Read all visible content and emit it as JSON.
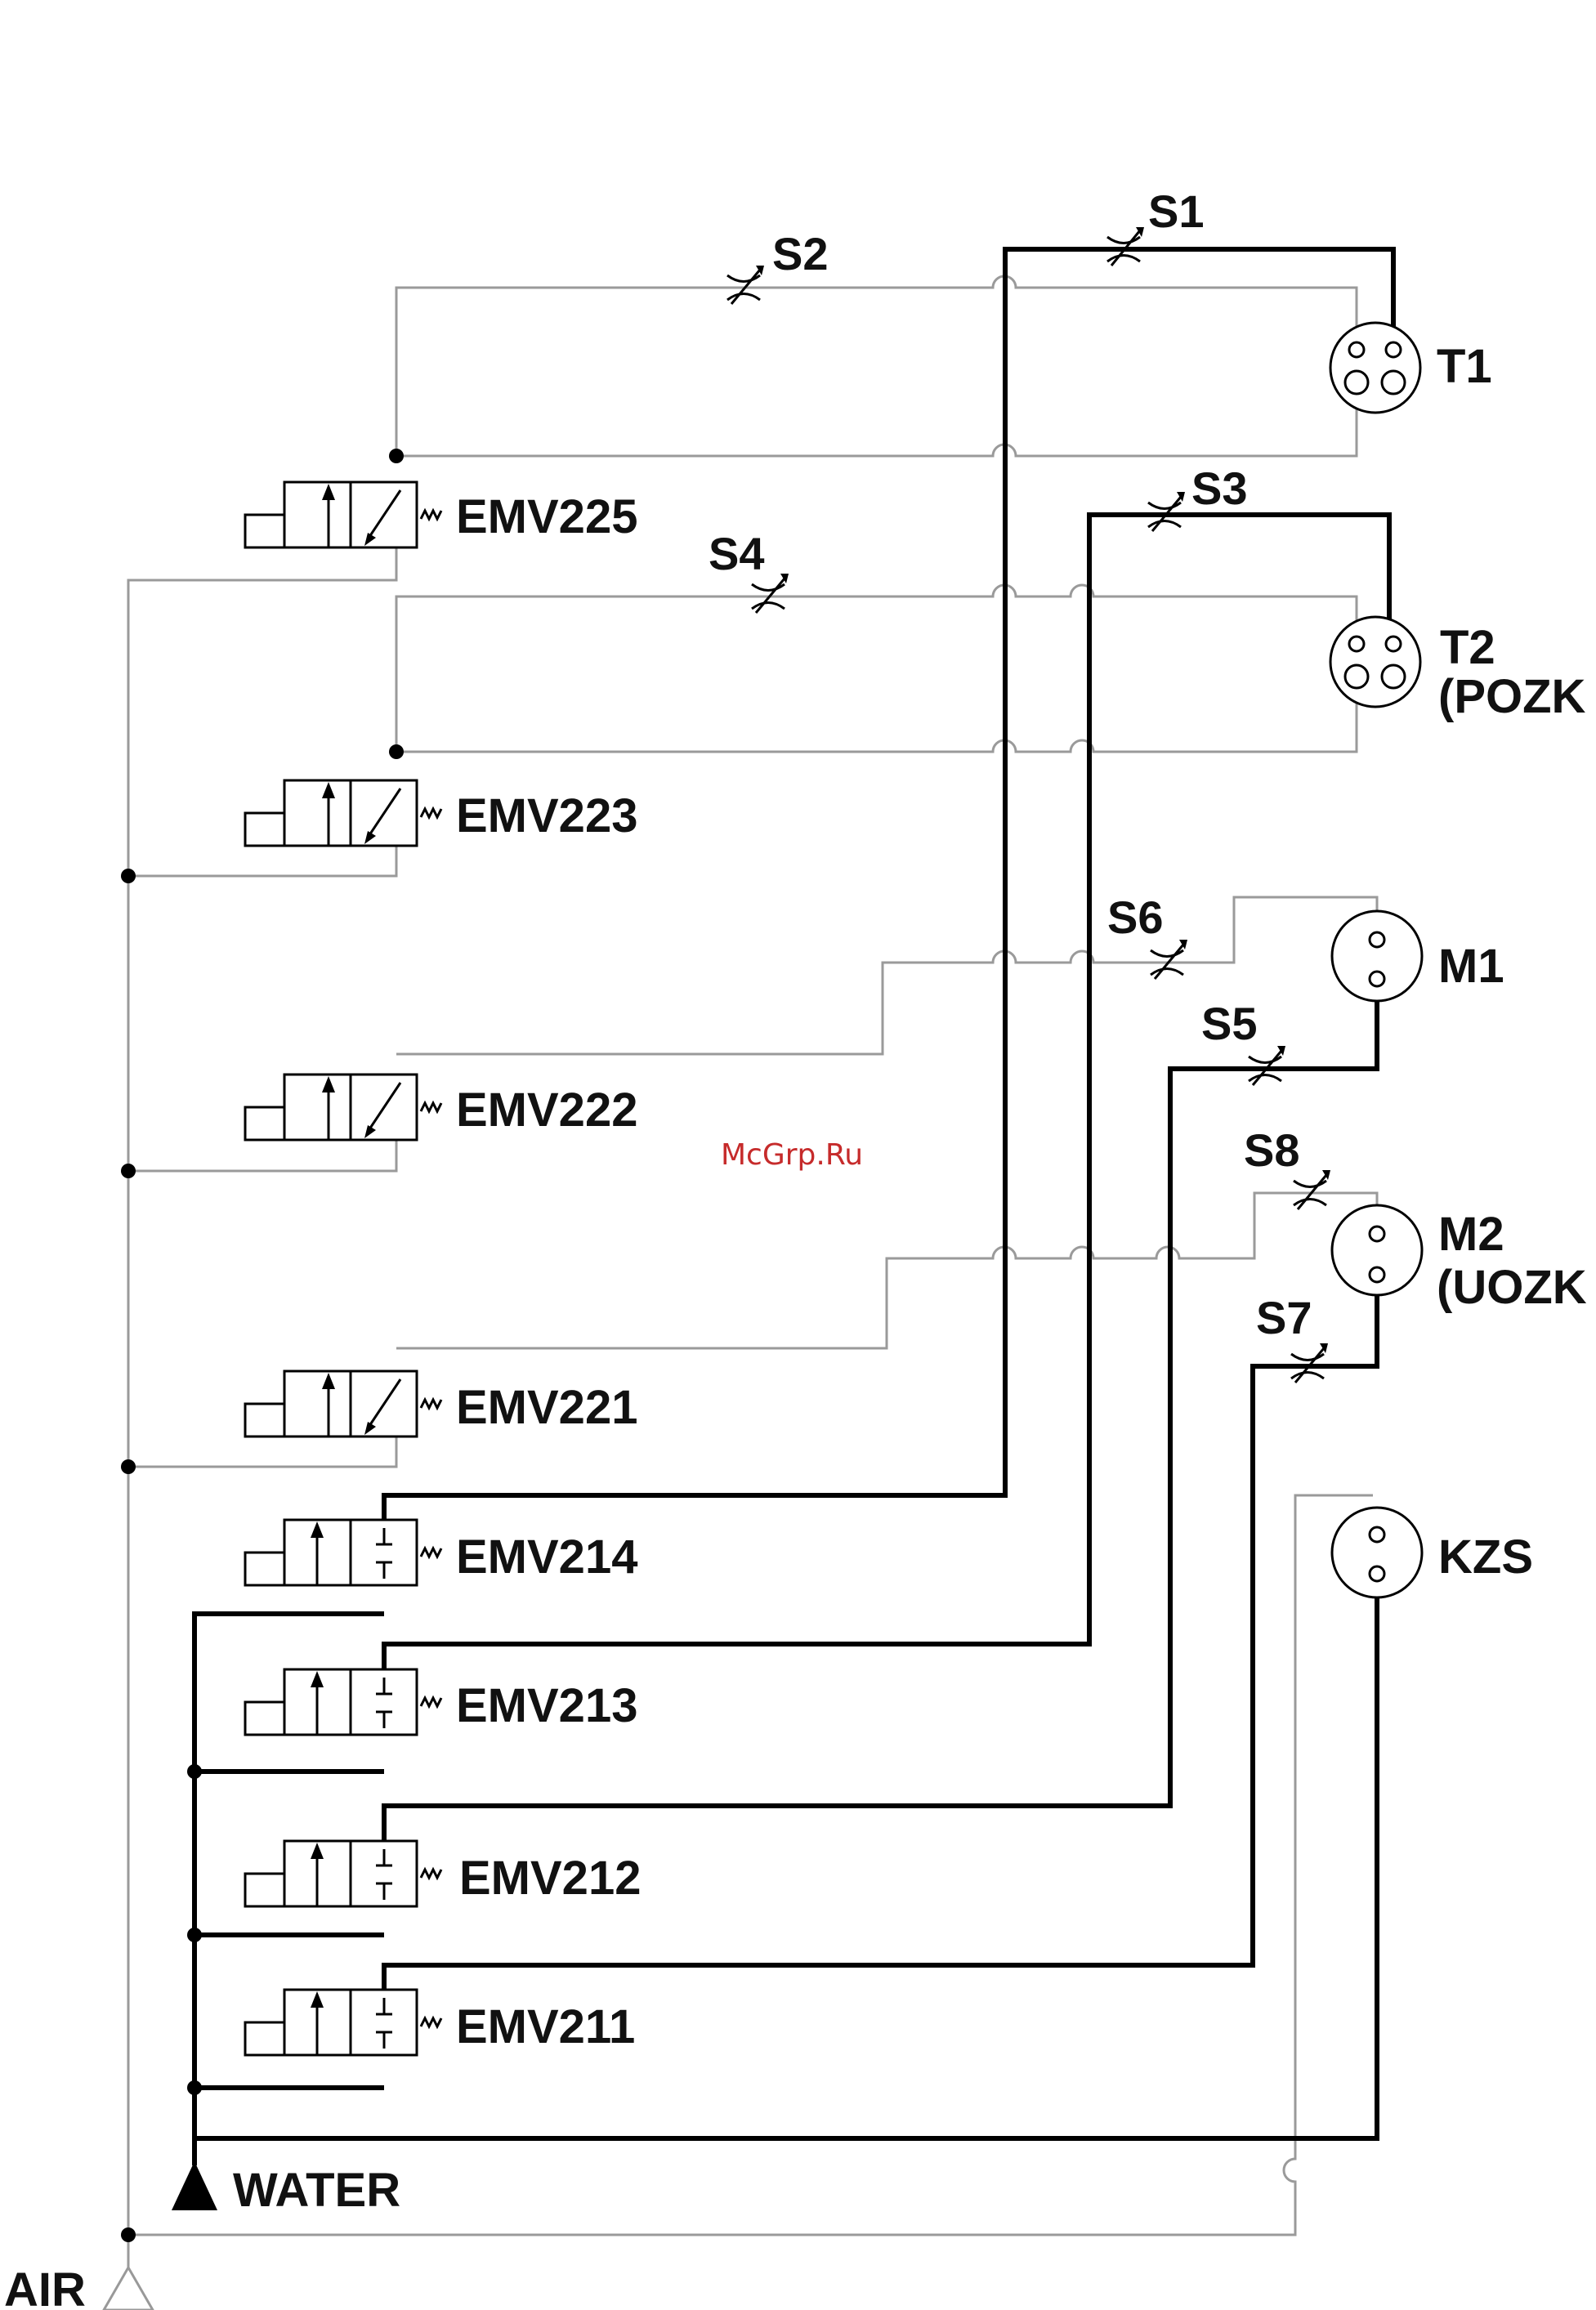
{
  "restrictors": [
    "S1",
    "S2",
    "S3",
    "S4",
    "S5",
    "S6",
    "S7",
    "S8"
  ],
  "consumers": [
    {
      "id": "T1",
      "lines": [
        "T1"
      ]
    },
    {
      "id": "T2",
      "lines": [
        "T2",
        "(POZK"
      ]
    },
    {
      "id": "M1",
      "lines": [
        "M1"
      ]
    },
    {
      "id": "M2",
      "lines": [
        "M2",
        "(UOZK"
      ]
    },
    {
      "id": "KZS",
      "lines": [
        "KZS"
      ]
    }
  ],
  "valves": [
    "EMV225",
    "EMV223",
    "EMV222",
    "EMV221",
    "EMV214",
    "EMV213",
    "EMV212",
    "EMV211"
  ],
  "sources": {
    "water": "WATER",
    "air": "AIR"
  },
  "watermark": "McGrp.Ru",
  "colors": {
    "water_line": "#000000",
    "air_line": "#9a9a9a",
    "watermark": "#c62b2b"
  }
}
